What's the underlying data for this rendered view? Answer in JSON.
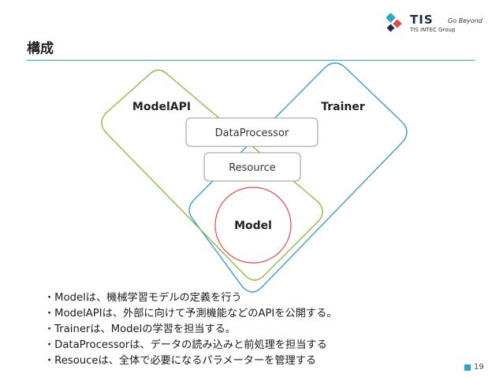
{
  "header": {
    "title": "構成",
    "logo": {
      "brand": "TIS",
      "subtitle": "TIS INTEC Group",
      "tagline": "Go Beyond"
    }
  },
  "diagram": {
    "modelapi_label": "ModelAPI",
    "trainer_label": "Trainer",
    "dataprocessor_label": "DataProcessor",
    "resource_label": "Resource",
    "model_label": "Model",
    "colors": {
      "modelapi": "#8cbe3f",
      "trainer": "#3d9bd3",
      "model": "#e04a4a",
      "box_border": "#999999"
    }
  },
  "bullets": [
    "・Modelは、機械学習モデルの定義を行う",
    "・ModelAPIは、外部に向けて予測機能などのAPIを公開する。",
    "・Trainerは、Modelの学習を担当する。",
    "・DataProcessorは、データの読み込みと前処理を担当する",
    "・Resouceは、全体で必要になるパラメーターを管理する"
  ],
  "footer": {
    "page_number": "19"
  }
}
